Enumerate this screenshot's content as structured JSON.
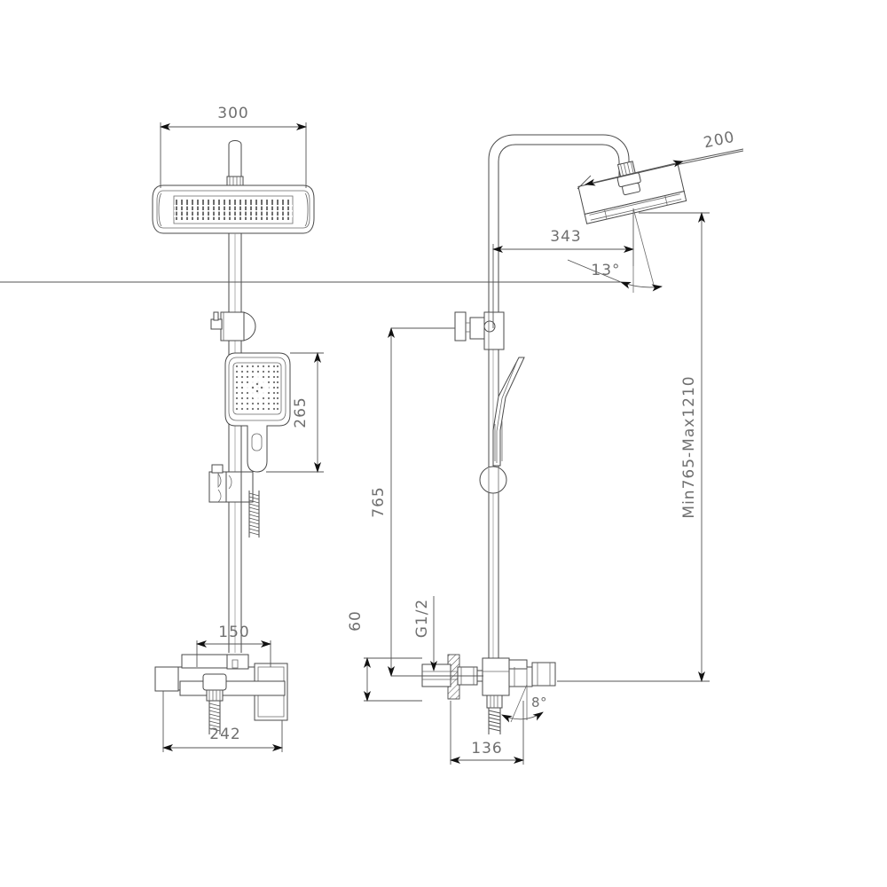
{
  "document": {
    "type": "technical-drawing",
    "subject": "Shower column with rain head, hand shower and bath mixer",
    "background_color": "#ffffff",
    "line_color": "#4a4a4a",
    "text_color": "#6f6f6f"
  },
  "views": {
    "front": {
      "name": "front-elevation",
      "label": ""
    },
    "side": {
      "name": "side-elevation",
      "label": ""
    }
  },
  "dimensions": {
    "front": [
      {
        "id": "overhead-width",
        "value": "300",
        "orientation": "horizontal",
        "units": "mm"
      },
      {
        "id": "hand-shower-height",
        "value": "265",
        "orientation": "vertical",
        "units": "mm"
      },
      {
        "id": "mixer-inlet-centers",
        "value": "150",
        "orientation": "horizontal",
        "units": "mm"
      },
      {
        "id": "mixer-body-width",
        "value": "242",
        "orientation": "horizontal",
        "units": "mm"
      }
    ],
    "side": [
      {
        "id": "overhead-depth",
        "value": "200",
        "orientation": "inclined",
        "units": "mm"
      },
      {
        "id": "overhead-projection",
        "value": "343",
        "orientation": "horizontal",
        "units": "mm"
      },
      {
        "id": "overhead-tilt-angle",
        "value": "13°",
        "orientation": "angular",
        "units": "deg"
      },
      {
        "id": "slide-bracket-height",
        "value": "765",
        "orientation": "vertical",
        "units": "mm"
      },
      {
        "id": "inlet-projection",
        "value": "60",
        "orientation": "vertical",
        "units": "mm"
      },
      {
        "id": "inlet-thread",
        "value": "G1/2",
        "orientation": "vertical",
        "units": ""
      },
      {
        "id": "mixer-projection",
        "value": "136",
        "orientation": "horizontal",
        "units": "mm"
      },
      {
        "id": "spout-angle",
        "value": "8°",
        "orientation": "angular",
        "units": "deg"
      },
      {
        "id": "total-height-range",
        "value": "Min765-Max1210",
        "orientation": "vertical",
        "units": "mm"
      }
    ]
  },
  "parts": {
    "overhead_shower": "rain-shower-head",
    "riser": "riser-rail",
    "hand_shower": "hand-shower",
    "hose": "flexible-hose",
    "bracket": "hand-shower-bracket",
    "slide_bracket": "slide-bracket",
    "mixer": "bath-shower-mixer",
    "diverter": "diverter-handle",
    "lever": "lever-handle",
    "wall": "wall-section"
  }
}
